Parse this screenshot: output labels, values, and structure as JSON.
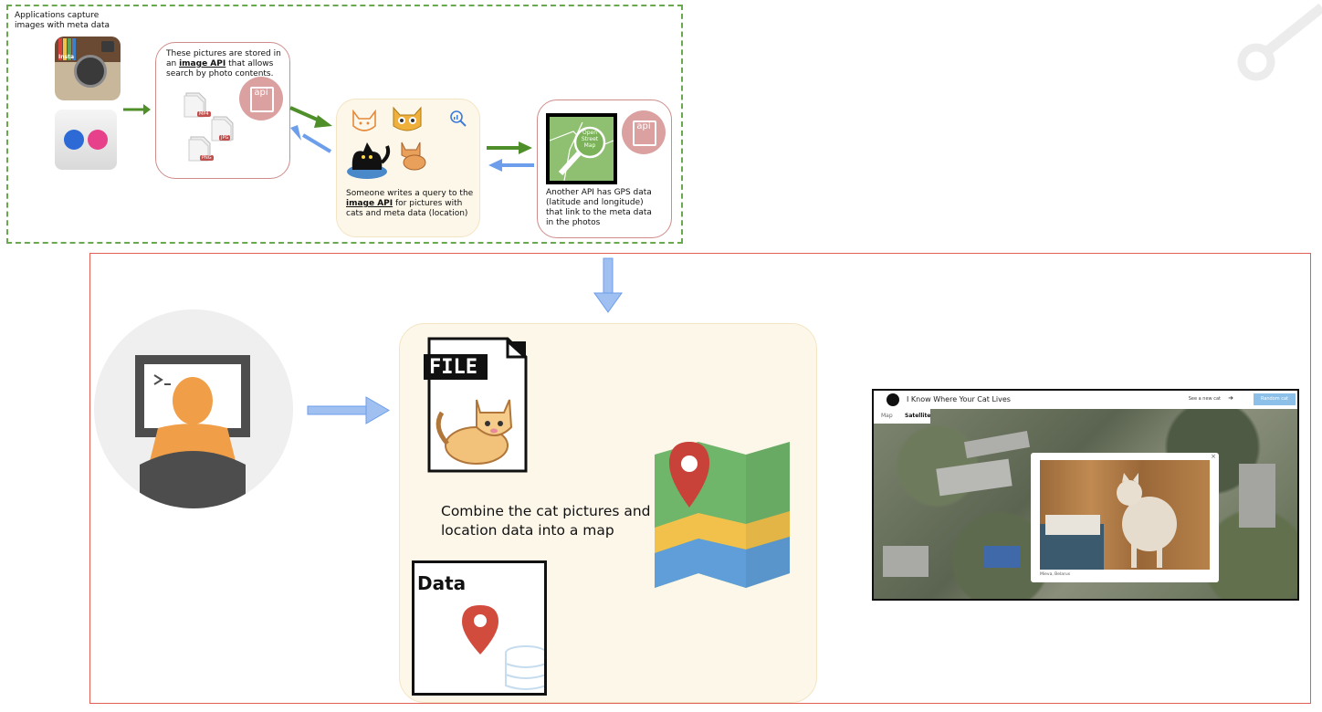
{
  "top": {
    "caption": "Applications capture images with meta data",
    "storage_text_pre": "These pictures are stored in an ",
    "storage_bold": "image API",
    "storage_text_post": " that allows search by photo contents.",
    "api_label": "api",
    "file_labels": [
      "MP4",
      "JPG",
      "PNG"
    ],
    "query_text_pre": "Someone writes a query to the ",
    "query_bold": "image API",
    "query_text_post": " for pictures with cats and meta data (location)",
    "osm_label_lines": [
      "Open",
      "Street",
      "Map"
    ],
    "gps_text": "Another API has GPS data (latitude and longitude) that link to the meta data in the photos",
    "insta_label": "Insta"
  },
  "bottom": {
    "file_label": "FILE",
    "combine_text_lines": [
      "Combine the cat pictures and",
      "location data into a map"
    ],
    "data_label": "Data",
    "terminal_prompt": ">_"
  },
  "site": {
    "title": "I Know Where Your Cat Lives",
    "see_new_cat": "See a new cat",
    "random_button": "Random cat",
    "map_tab": "Map",
    "satellite_tab": "Satellite",
    "photo_caption": "Mieva, Belarus"
  },
  "colors": {
    "green_border": "#6aa84f",
    "red_border": "#e06055",
    "blue_arrow": "#6d9eeb",
    "green_arrow": "#4e8f2a"
  }
}
